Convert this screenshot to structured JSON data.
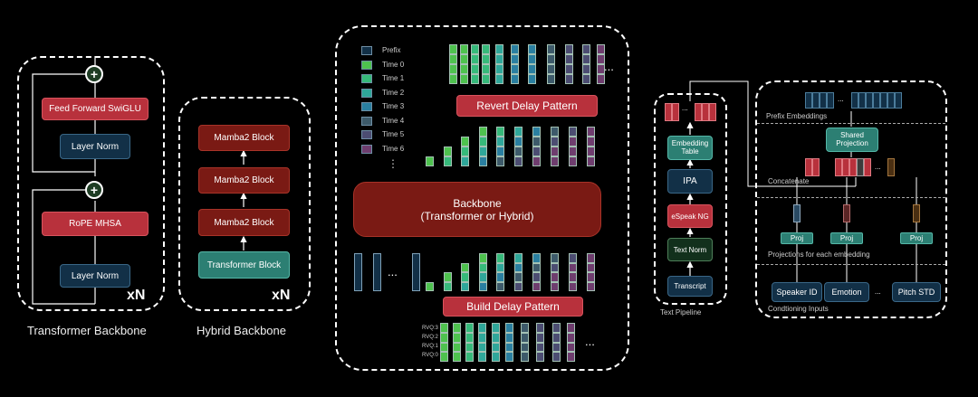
{
  "transformer": {
    "caption": "Transformer Backbone",
    "feed_forward": "Feed Forward SwiGLU",
    "layer_norm_top": "Layer Norm",
    "rope": "RoPE MHSA",
    "layer_norm_bottom": "Layer Norm",
    "repeat": "xN",
    "plus_top": "+",
    "plus_bottom": "+"
  },
  "hybrid": {
    "caption": "Hybrid Backbone",
    "mamba_1": "Mamba2 Block",
    "mamba_2": "Mamba2 Block",
    "mamba_3": "Mamba2 Block",
    "transformer_block": "Transformer Block",
    "repeat": "xN"
  },
  "center": {
    "legend": [
      {
        "label": "Prefix",
        "color": "#123047"
      },
      {
        "label": "Time 0",
        "color": "#4ec24e"
      },
      {
        "label": "Time 1",
        "color": "#36b97a"
      },
      {
        "label": "Time 2",
        "color": "#2fa79a"
      },
      {
        "label": "Time 3",
        "color": "#2a7fa0"
      },
      {
        "label": "Time 4",
        "color": "#3d5a6a"
      },
      {
        "label": "Time 5",
        "color": "#4c4d72"
      },
      {
        "label": "Time 6",
        "color": "#6e3d6e"
      }
    ],
    "legend_more": "⋮",
    "revert_delay": "Revert Delay Pattern",
    "backbone_title": "Backbone",
    "backbone_sub": "(Transformer or Hybrid)",
    "build_delay": "Build Delay Pattern",
    "ellipsis": "...",
    "rvq_labels": [
      "RVQ:3",
      "RVQ:2",
      "RVQ:1",
      "RVQ:0"
    ]
  },
  "text_pipeline": {
    "caption": "Text Pipeline",
    "embedding_table": "Embedding Table",
    "ipa": "IPA",
    "espeak": "eSpeak NG",
    "text_norm": "Text Norm",
    "transcript": "Transcript",
    "dots": "..."
  },
  "conditioning": {
    "prefix_embeddings": "Prefix Embeddings",
    "shared_projection": "Shared Projection",
    "concatenate": "Concatenate",
    "proj_label": "Proj",
    "projections_caption": "Projections for each embedding",
    "speaker_id": "Speaker ID",
    "emotion": "Emotion",
    "pitch_std": "Pitch STD",
    "inputs_caption": "Condtioning Inputs",
    "dots": "..."
  }
}
